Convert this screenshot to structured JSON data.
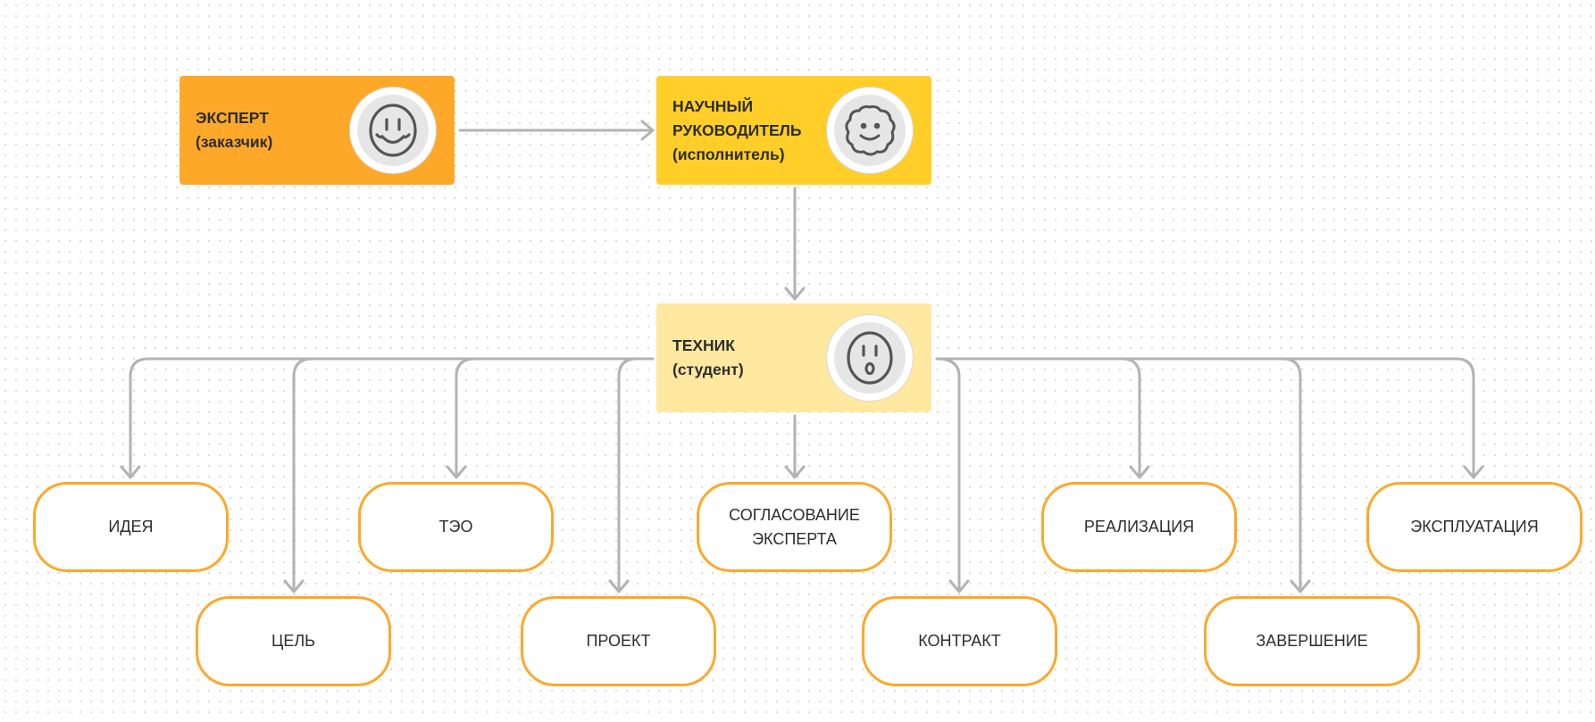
{
  "colors": {
    "expert_fill": "#fea829",
    "supervisor_fill": "#ffce28",
    "technician_fill": "#ffe89f",
    "stage_border": "#fea829",
    "connector": "#b3b3b3",
    "text": "#2d2d2d"
  },
  "roles": {
    "expert": {
      "title": "ЭКСПЕРТ",
      "subtitle": "(заказчик)",
      "icon": "smiley-face-icon"
    },
    "supervisor": {
      "title_line1": "НАУЧНЫЙ",
      "title_line2": "РУКОВОДИТЕЛЬ",
      "subtitle": "(исполнитель)",
      "icon": "wobbly-smiling-face-icon"
    },
    "technician": {
      "title": "ТЕХНИК",
      "subtitle": "(студент)",
      "icon": "surprised-face-icon"
    }
  },
  "stages": {
    "idea": "ИДЕЯ",
    "goal": "ЦЕЛЬ",
    "feasibility": "ТЭО",
    "project": "ПРОЕКТ",
    "expert_approval": "СОГЛАСОВАНИЕ\nЭКСПЕРТА",
    "contract": "КОНТРАКТ",
    "implementation": "РЕАЛИЗАЦИЯ",
    "completion": "ЗАВЕРШЕНИЕ",
    "operation": "ЭКСПЛУАТАЦИЯ"
  }
}
